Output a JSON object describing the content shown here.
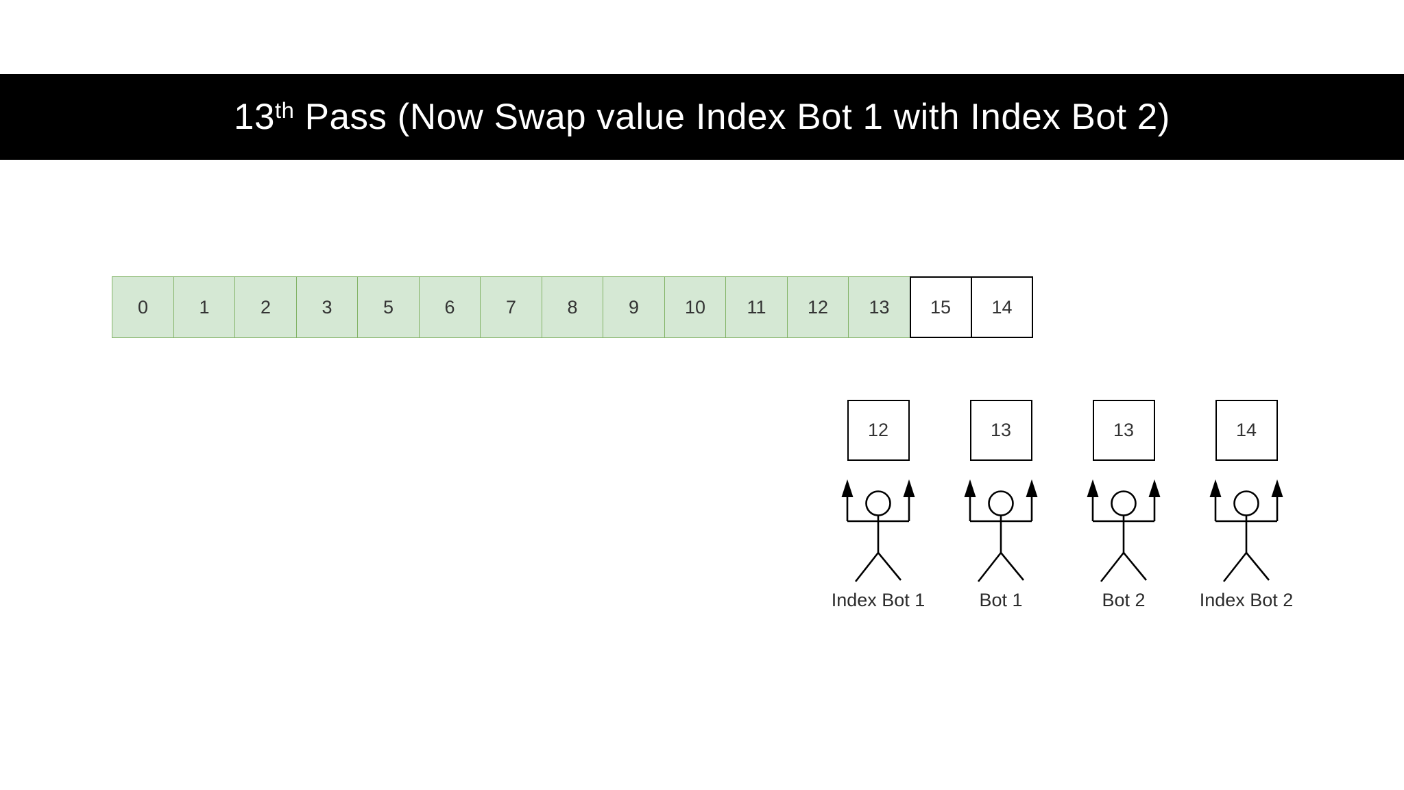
{
  "title": {
    "pass_number": "13",
    "ordinal_suffix": "th",
    "rest": " Pass (Now Swap value Index Bot 1 with Index Bot 2)"
  },
  "array": {
    "cells": [
      {
        "value": "0",
        "sorted": true
      },
      {
        "value": "1",
        "sorted": true
      },
      {
        "value": "2",
        "sorted": true
      },
      {
        "value": "3",
        "sorted": true
      },
      {
        "value": "5",
        "sorted": true
      },
      {
        "value": "6",
        "sorted": true
      },
      {
        "value": "7",
        "sorted": true
      },
      {
        "value": "8",
        "sorted": true
      },
      {
        "value": "9",
        "sorted": true
      },
      {
        "value": "10",
        "sorted": true
      },
      {
        "value": "11",
        "sorted": true
      },
      {
        "value": "12",
        "sorted": true
      },
      {
        "value": "13",
        "sorted": true
      },
      {
        "value": "15",
        "sorted": false
      },
      {
        "value": "14",
        "sorted": false
      }
    ]
  },
  "bots": [
    {
      "value": "12",
      "label": "Index Bot 1"
    },
    {
      "value": "13",
      "label": "Bot 1"
    },
    {
      "value": "13",
      "label": "Bot 2"
    },
    {
      "value": "14",
      "label": "Index Bot 2"
    }
  ],
  "colors": {
    "title_bar_bg": "#000000",
    "title_text": "#ffffff",
    "sorted_cell_fill": "#d5e8d4",
    "sorted_cell_border": "#82b366",
    "unsorted_cell_fill": "#ffffff",
    "unsorted_cell_border": "#000000",
    "figure_stroke": "#000000",
    "cell_text": "#333333"
  }
}
